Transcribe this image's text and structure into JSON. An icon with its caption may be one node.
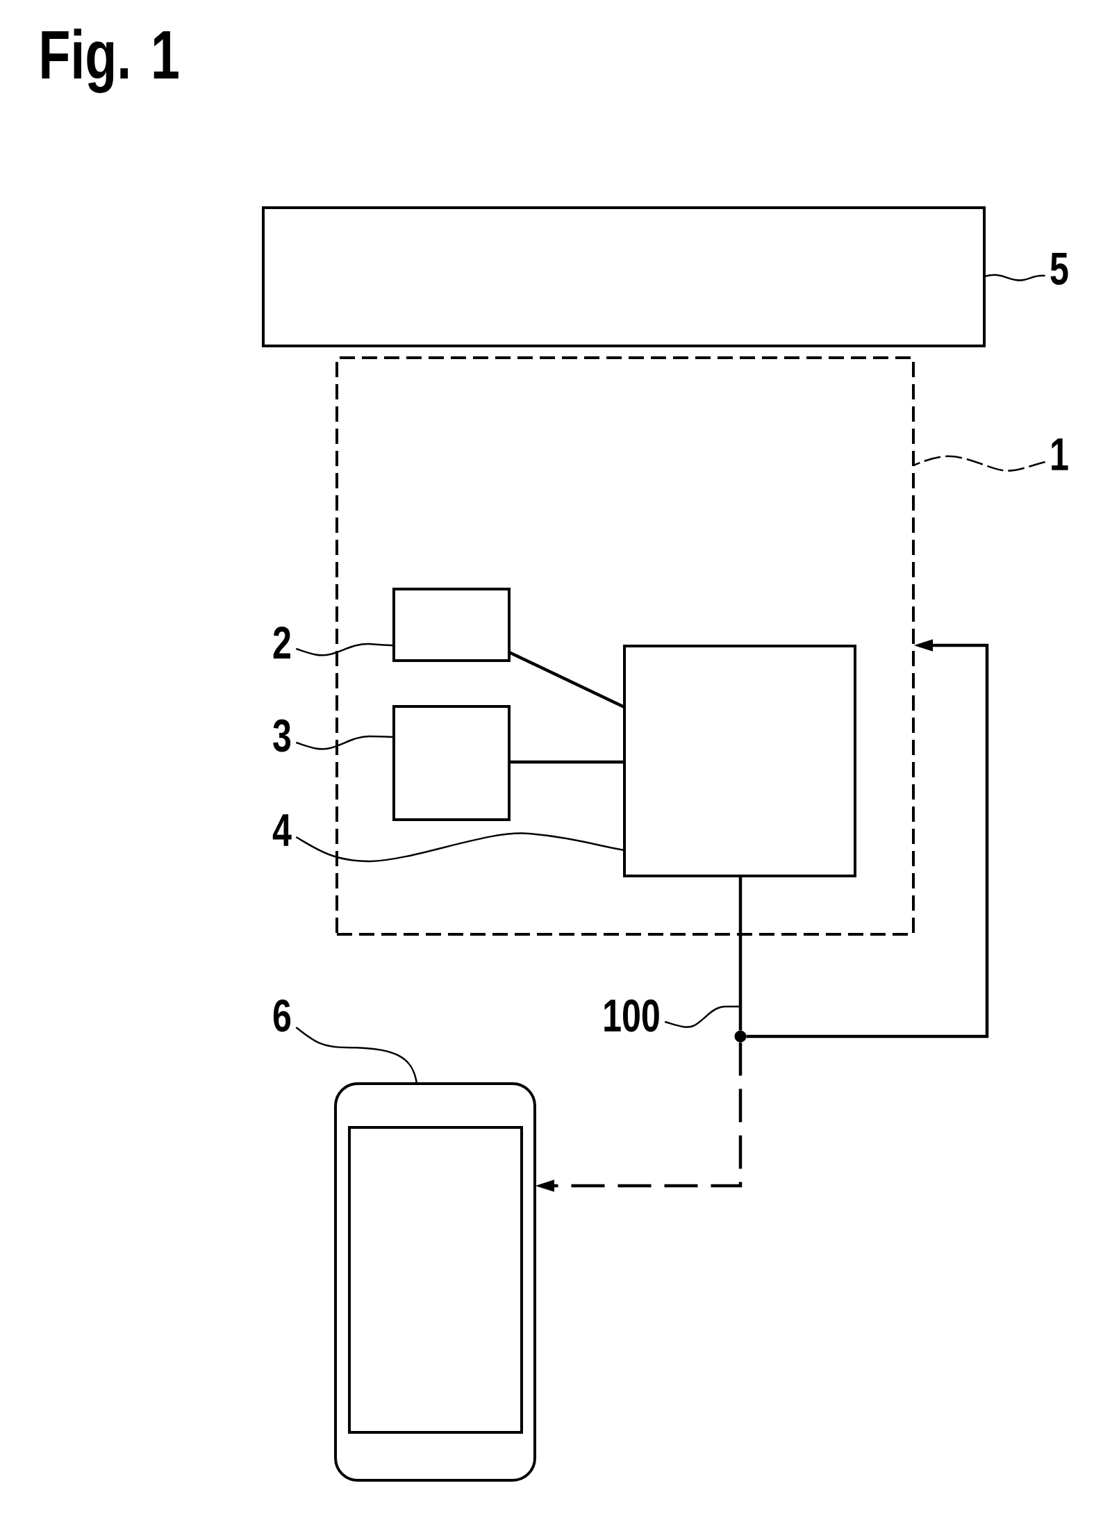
{
  "diagram": {
    "title": "Fig. 1",
    "nodes": [
      {
        "text": [],
        "shape": "box"
      },
      {
        "text": [
          "5"
        ]
      },
      {
        "text": [],
        "shape": "box"
      },
      {
        "text": [
          "1"
        ]
      },
      {
        "text": [
          "2"
        ]
      },
      {
        "text": [],
        "shape": "box",
        "in": 2
      },
      {
        "text": [],
        "shape": "box",
        "in": 2
      },
      {
        "text": [
          "3"
        ]
      },
      {
        "text": [],
        "shape": "box",
        "in": 2
      },
      {
        "text": [
          "4"
        ]
      },
      {
        "text": [
          "100"
        ]
      },
      {
        "text": [],
        "shape": "circle"
      },
      {
        "text": [
          "6"
        ]
      },
      {
        "text": [],
        "shape": "phone"
      }
    ],
    "edges": [
      {
        "from": 1,
        "to": 0,
        "arrow": "none"
      },
      {
        "from": 3,
        "to": 2,
        "arrow": "none",
        "style": "dashed"
      },
      {
        "from": 4,
        "to": 5,
        "arrow": "none"
      },
      {
        "from": 5,
        "to": 6,
        "arrow": "none"
      },
      {
        "from": 7,
        "to": 8,
        "arrow": "none"
      },
      {
        "from": 8,
        "to": 6,
        "arrow": "none"
      },
      {
        "from": 9,
        "to": 6,
        "arrow": "none"
      },
      {
        "from": 6,
        "to": 11,
        "arrow": "none"
      },
      {
        "from": 10,
        "to": null,
        "arrow": "none"
      },
      {
        "from": 11,
        "to": 2,
        "arrow": "to"
      },
      {
        "from": 12,
        "to": 13,
        "arrow": "none"
      },
      {
        "from": 11,
        "to": 13,
        "arrow": "to",
        "style": "dashed"
      }
    ]
  }
}
